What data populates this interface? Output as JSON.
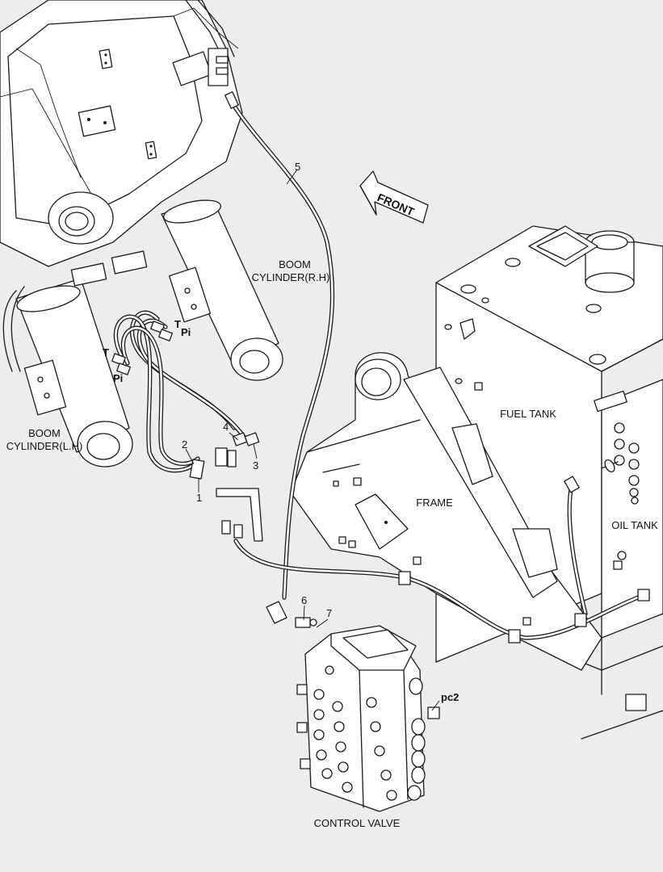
{
  "labels": {
    "front": "FRONT",
    "boom_cyl_rh_line1": "BOOM",
    "boom_cyl_rh_line2": "CYLINDER(R.H)",
    "boom_cyl_lh_line1": "BOOM",
    "boom_cyl_lh_line2": "CYLINDER(L.H)",
    "fuel_tank": "FUEL TANK",
    "frame": "FRAME",
    "oil_tank": "OIL TANK",
    "control_valve": "CONTROL VALVE",
    "port_pc2": "pc2",
    "port_t_right": "T",
    "port_pi_right": "Pi",
    "port_t_left": "T",
    "port_pi_left": "Pi"
  },
  "callouts": [
    "1",
    "2",
    "3",
    "4",
    "5",
    "6",
    "7"
  ]
}
